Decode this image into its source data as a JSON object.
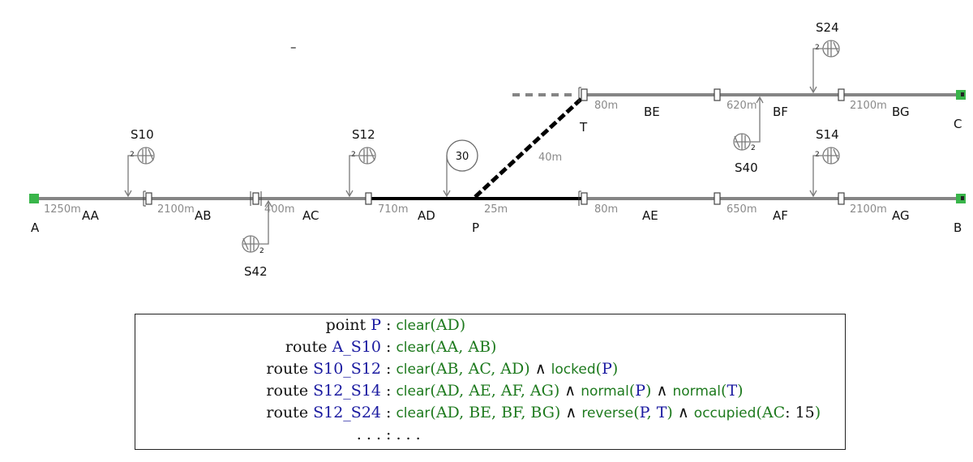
{
  "stray_mark": "–",
  "nodes": {
    "A": "A",
    "B": "B",
    "C": "C",
    "P": "P",
    "T": "T"
  },
  "sections": {
    "AA": {
      "label": "AA",
      "length": "1250m"
    },
    "AB": {
      "label": "AB",
      "length": "2100m"
    },
    "AC": {
      "label": "AC",
      "length": "400m"
    },
    "AD": {
      "label": "AD",
      "length": "710m"
    },
    "P_link": {
      "label": "",
      "length": "25m"
    },
    "AE": {
      "label": "AE",
      "length": "80m"
    },
    "AF": {
      "label": "AF",
      "length": "650m"
    },
    "AG": {
      "label": "AG",
      "length": "2100m"
    },
    "diag": {
      "label": "",
      "length": "40m"
    },
    "BE": {
      "label": "BE",
      "length": "80m"
    },
    "BF": {
      "label": "BF",
      "length": "620m"
    },
    "BG": {
      "label": "BG",
      "length": "2100m"
    }
  },
  "signals": {
    "S10": {
      "name": "S10",
      "aspects": "2"
    },
    "S12": {
      "name": "S12",
      "aspects": "2"
    },
    "S14": {
      "name": "S14",
      "aspects": "2"
    },
    "S24": {
      "name": "S24",
      "aspects": "2"
    },
    "S40": {
      "name": "S40",
      "aspects": "2"
    },
    "S42": {
      "name": "S42",
      "aspects": "2"
    }
  },
  "speed_limit": "30",
  "colors": {
    "track": "#858585",
    "occupied": "#000000",
    "endpoint": "#39b54a",
    "name": "#1a1aa0",
    "predicate": "#1e7a1e"
  },
  "conditions": [
    {
      "kind": "point",
      "name": "P",
      "sep": ":",
      "terms": [
        {
          "fn": "clear",
          "args": [
            "AD"
          ]
        }
      ]
    },
    {
      "kind": "route",
      "name": "A_S10",
      "sep": ":",
      "terms": [
        {
          "fn": "clear",
          "args": [
            "AA",
            "AB"
          ]
        }
      ]
    },
    {
      "kind": "route",
      "name": "S10_S12",
      "sep": ":",
      "terms": [
        {
          "fn": "clear",
          "args": [
            "AB",
            "AC",
            "AD"
          ]
        },
        {
          "fn": "locked",
          "args": [
            "P"
          ]
        }
      ]
    },
    {
      "kind": "route",
      "name": "S12_S14",
      "sep": ":",
      "terms": [
        {
          "fn": "clear",
          "args": [
            "AD",
            "AE",
            "AF",
            "AG"
          ]
        },
        {
          "fn": "normal",
          "args": [
            "P"
          ]
        },
        {
          "fn": "normal",
          "args": [
            "T"
          ]
        }
      ]
    },
    {
      "kind": "route",
      "name": "S12_S24",
      "sep": ":",
      "terms": [
        {
          "fn": "clear",
          "args": [
            "AD",
            "BE",
            "BF",
            "BG"
          ]
        },
        {
          "fn": "reverse",
          "args": [
            "P",
            "T"
          ]
        },
        {
          "fn": "occupied",
          "args": [
            "AC: 15"
          ]
        }
      ]
    },
    {
      "kind": "...",
      "name": "",
      "sep": ":",
      "terms": [
        {
          "fn": "",
          "args": [
            "..."
          ]
        }
      ]
    }
  ],
  "and_symbol": "∧"
}
